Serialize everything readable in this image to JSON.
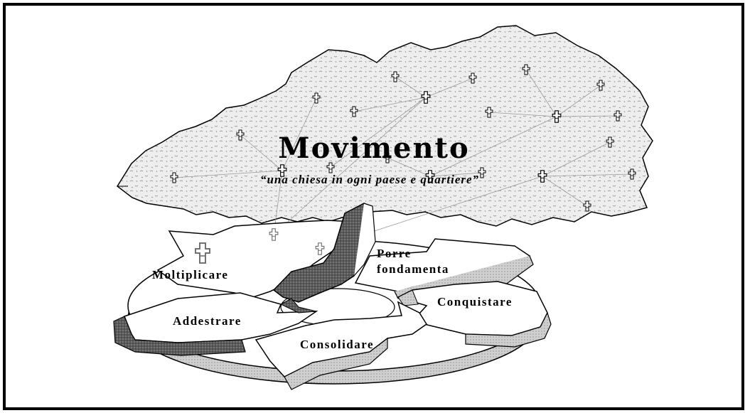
{
  "diagram": {
    "title": "Movimento",
    "subtitle": "“una chiesa in ogni paese e quartiere”",
    "steps": {
      "porre_line1": "Porre",
      "porre_line2": "fondamenta",
      "conquistare": "Conquistare",
      "consolidare": "Consolidare",
      "addestrare": "Addestrare",
      "moltiplicare": "Moltiplicare"
    },
    "icons": {
      "church": "cross-icon"
    },
    "colors": {
      "line": "#000000",
      "cloud": "#e6e6e6",
      "dark_arrow": "#6e6e6e",
      "light_arrow": "#cfcfcf"
    }
  }
}
